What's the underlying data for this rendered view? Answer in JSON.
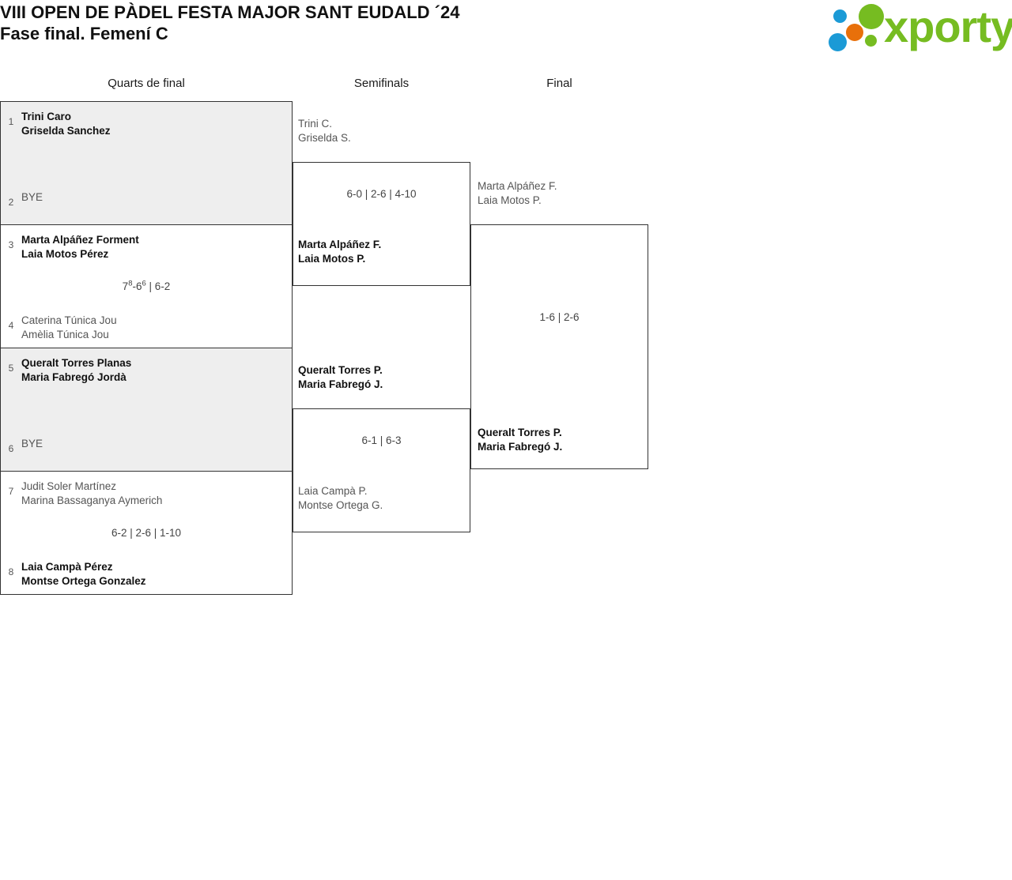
{
  "header": {
    "title_line1": "VIII OPEN DE PÀDEL FESTA MAJOR SANT EUDALD ´24",
    "title_line2": "Fase final. Femení C",
    "logo_text": "xporty"
  },
  "rounds": [
    {
      "label": "Quarts de final"
    },
    {
      "label": "Semifinals"
    },
    {
      "label": "Final"
    }
  ],
  "round1": {
    "match1": {
      "seed_top": "1",
      "top_line1": "Trini Caro",
      "top_line2": "Griselda Sanchez",
      "seed_bottom": "2",
      "bottom_line1": "BYE",
      "bottom_line2": "",
      "score": ""
    },
    "match2": {
      "seed_top": "3",
      "top_line1": "Marta Alpáñez Forment",
      "top_line2": "Laia Motos Pérez",
      "seed_bottom": "4",
      "bottom_line1": "Caterina Túnica Jou",
      "bottom_line2": "Amèlia Túnica Jou",
      "score_set1_a": "7",
      "score_set1_a_tb": "8",
      "score_set1_b": "6",
      "score_set1_b_tb": "6",
      "score_rest": " | 6-2"
    },
    "match3": {
      "seed_top": "5",
      "top_line1": "Queralt Torres Planas",
      "top_line2": "Maria Fabregó Jordà",
      "seed_bottom": "6",
      "bottom_line1": "BYE",
      "bottom_line2": "",
      "score": ""
    },
    "match4": {
      "seed_top": "7",
      "top_line1": "Judit Soler Martínez",
      "top_line2": "Marina Bassaganya Aymerich",
      "seed_bottom": "8",
      "bottom_line1": "Laia Campà Pérez",
      "bottom_line2": "Montse Ortega Gonzalez",
      "score": "6-2 | 2-6 | 1-10"
    }
  },
  "round2": {
    "match1": {
      "top_line1": "Trini C.",
      "top_line2": "Griselda S.",
      "bottom_line1": "Marta Alpáñez F.",
      "bottom_line2": "Laia Motos P.",
      "score": "6-0 | 2-6 | 4-10"
    },
    "match2": {
      "top_line1": "Queralt Torres P.",
      "top_line2": "Maria Fabregó J.",
      "bottom_line1": "Laia Campà P.",
      "bottom_line2": "Montse Ortega G.",
      "score": "6-1 | 6-3"
    }
  },
  "round3": {
    "match1": {
      "top_line1": "Marta Alpáñez F.",
      "top_line2": "Laia Motos P.",
      "bottom_line1": "Queralt Torres P.",
      "bottom_line2": "Maria Fabregó J.",
      "score": "1-6 | 2-6"
    }
  },
  "colors": {
    "shade": "#eeeeee",
    "border": "#333333",
    "logo_green": "#76bc21",
    "logo_blue": "#1b9ad6",
    "logo_orange": "#e8700a"
  }
}
